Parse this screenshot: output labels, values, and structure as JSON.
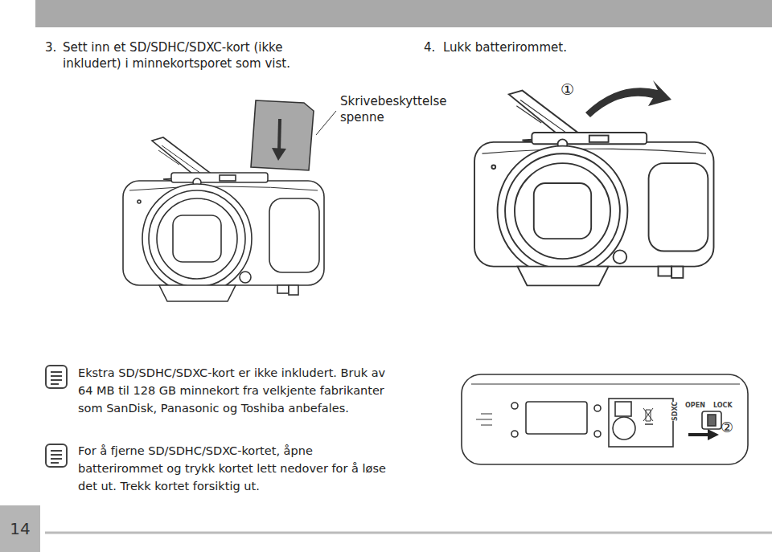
{
  "diagram": {
    "nodes": [
      {
        "text": [
          "14"
        ]
      }
    ],
    "labels": [
      "3.",
      "Sett inn et SD/SDHC/SDXC-kort (ikke inkludert) i minnekortsporet som vist.",
      "4.",
      "Lukk batterirommet.",
      "Skrivebeskyttelse spenne",
      "①",
      "Ekstra SD/SDHC/SDXC-kort er ikke inkludert. Bruk av 64 MB til 128 GB minnekort fra velkjente fabrikanter som SanDisk, Panasonic og Toshiba anbefales.",
      "For å fjerne SD/SDHC/SDXC-kortet, åpne batterirommet og trykk kortet lett nedover for å løse det ut. Trekk kortet forsiktig ut.",
      "OPEN",
      "LOCK",
      "②",
      "SDXC"
    ]
  }
}
